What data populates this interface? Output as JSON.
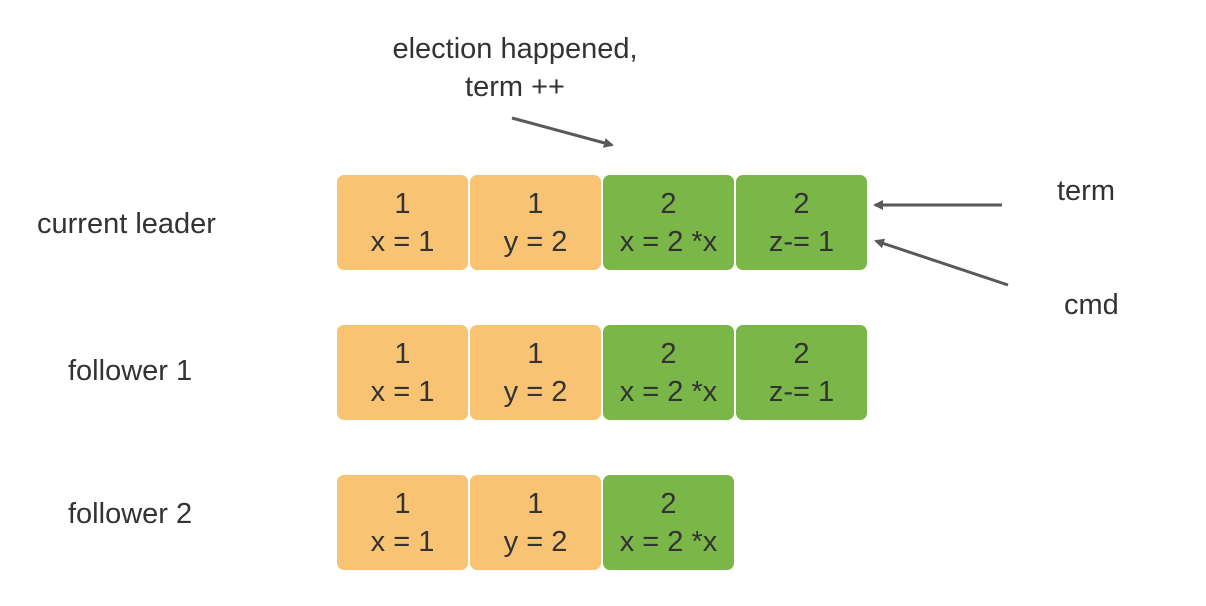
{
  "annotations": {
    "election_line1": "election happened,",
    "election_line2": "term ++",
    "term": "term",
    "cmd": "cmd"
  },
  "colors": {
    "term1": "#f9c374",
    "term2": "#7ab648",
    "arrow": "#595959"
  },
  "rows": [
    {
      "label": "current leader",
      "entries": [
        {
          "term": "1",
          "cmd": "x = 1"
        },
        {
          "term": "1",
          "cmd": "y = 2"
        },
        {
          "term": "2",
          "cmd": "x = 2 *x"
        },
        {
          "term": "2",
          "cmd": "z-= 1"
        }
      ]
    },
    {
      "label": "follower 1",
      "entries": [
        {
          "term": "1",
          "cmd": "x = 1"
        },
        {
          "term": "1",
          "cmd": "y = 2"
        },
        {
          "term": "2",
          "cmd": "x = 2 *x"
        },
        {
          "term": "2",
          "cmd": "z-= 1"
        }
      ]
    },
    {
      "label": "follower 2",
      "entries": [
        {
          "term": "1",
          "cmd": "x = 1"
        },
        {
          "term": "1",
          "cmd": "y = 2"
        },
        {
          "term": "2",
          "cmd": "x = 2 *x"
        }
      ]
    }
  ]
}
